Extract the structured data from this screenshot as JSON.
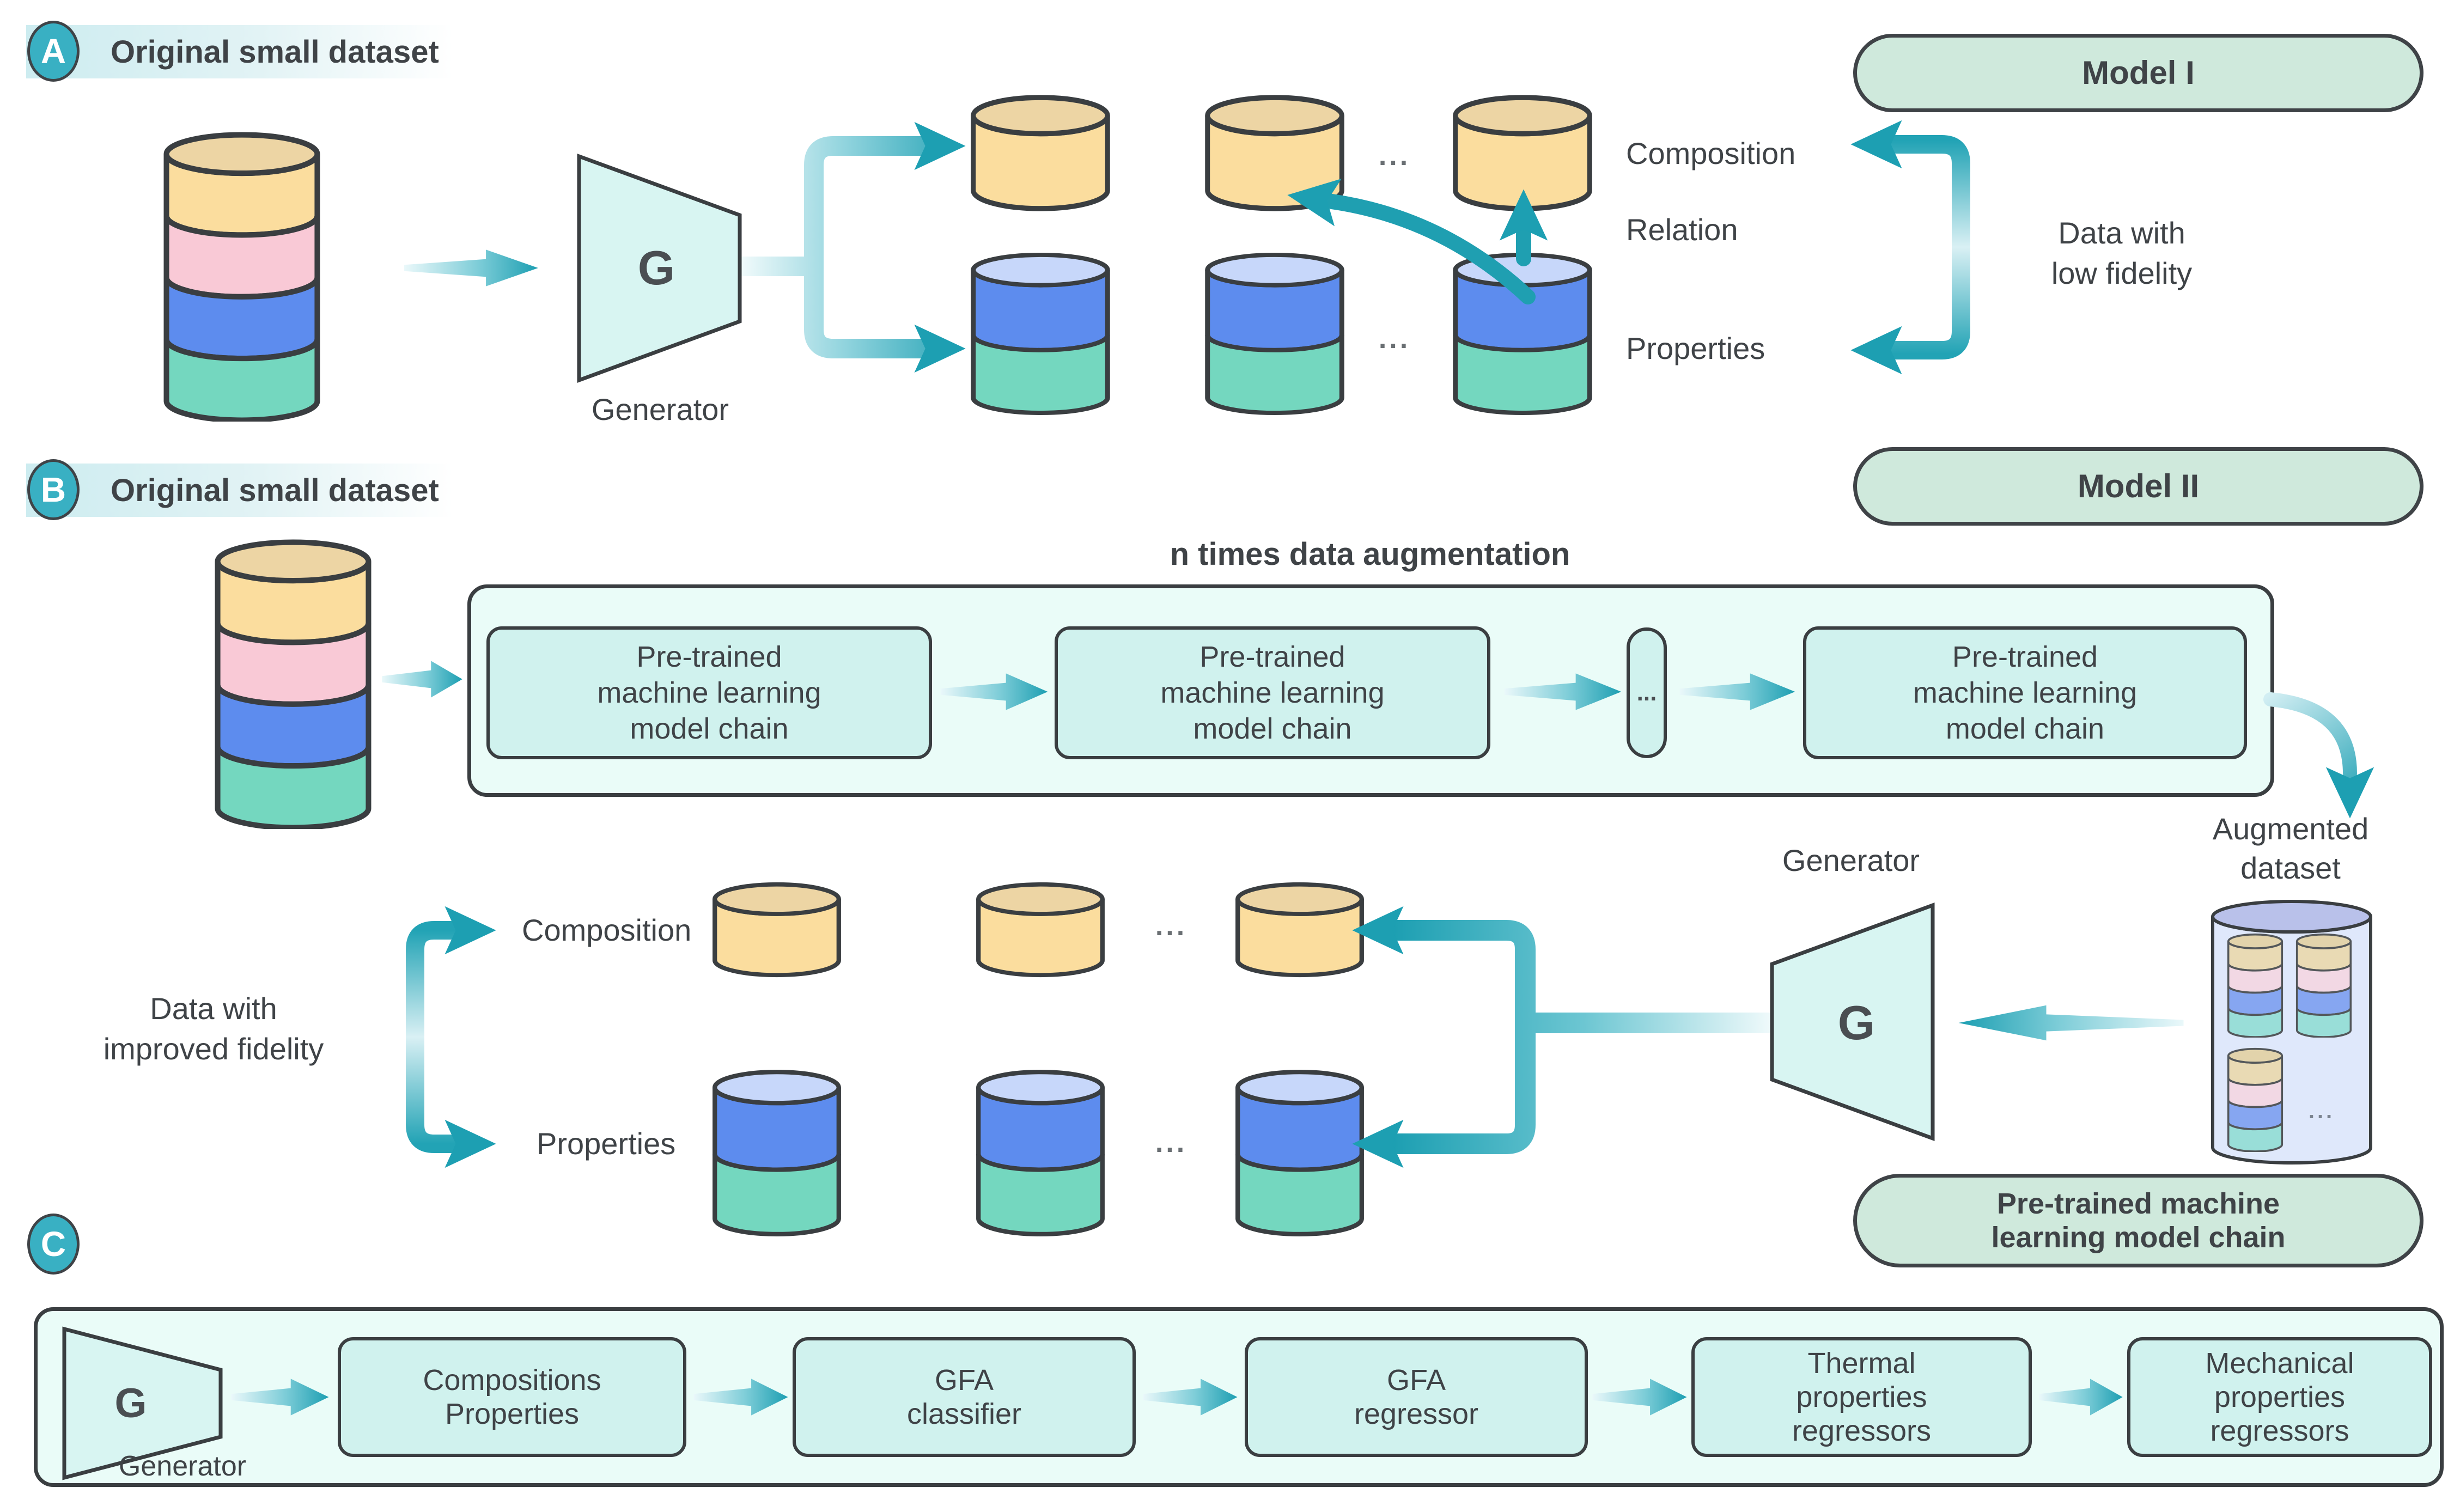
{
  "colors": {
    "accent_teal": "#1d9fb2",
    "badge_teal": "#39b0c3",
    "pill_green": "#cfe9dc",
    "box_inner": "#d0f2ee",
    "box_outer": "#eafcf8",
    "outline": "#3a3e41",
    "text": "#3f4347",
    "cylinder_yellow": "#fbdd9e",
    "cylinder_pink": "#f9c9d6",
    "cylinder_blue": "#5d8cee",
    "cylinder_teal": "#74d7bf",
    "augmented_body": "#dfe8fb",
    "augmented_cap": "#b9c1ea"
  },
  "panel_a": {
    "badge": "A",
    "header": "Original small dataset",
    "g": "G",
    "generator_label": "Generator",
    "dots": "...",
    "labels": {
      "composition": "Composition",
      "relation": "Relation",
      "properties": "Properties"
    },
    "model_pill": "Model I",
    "fidelity": {
      "line1": "Data with",
      "line2": "low fidelity"
    }
  },
  "panel_b": {
    "badge": "B",
    "header": "Original small dataset",
    "n_times_title": "n times data augmentation",
    "chain_box": {
      "line1": "Pre-trained",
      "line2": "machine learning",
      "line3": "model chain"
    },
    "dots_box": "...",
    "dots": "...",
    "model_pill": "Model II",
    "augmented": {
      "line1": "Augmented",
      "line2": "dataset"
    },
    "generator_label": "Generator",
    "g": "G",
    "fidelity": {
      "line1": "Data with",
      "line2": "improved fidelity"
    },
    "labels": {
      "composition": "Composition",
      "properties": "Properties"
    }
  },
  "panel_c": {
    "badge": "C",
    "chain_pill": {
      "line1": "Pre-trained machine",
      "line2": "learning model chain"
    },
    "g": "G",
    "generator_label": "Generator",
    "boxes": {
      "compositions": {
        "line1": "Compositions",
        "line2": "Properties"
      },
      "gfa_classifier": {
        "line1": "GFA",
        "line2": "classifier"
      },
      "gfa_regressor": {
        "line1": "GFA",
        "line2": "regressor"
      },
      "thermal": {
        "line1": "Thermal",
        "line2": "properties",
        "line3": "regressors"
      },
      "mechanical": {
        "line1": "Mechanical",
        "line2": "properties",
        "line3": "regressors"
      }
    }
  }
}
